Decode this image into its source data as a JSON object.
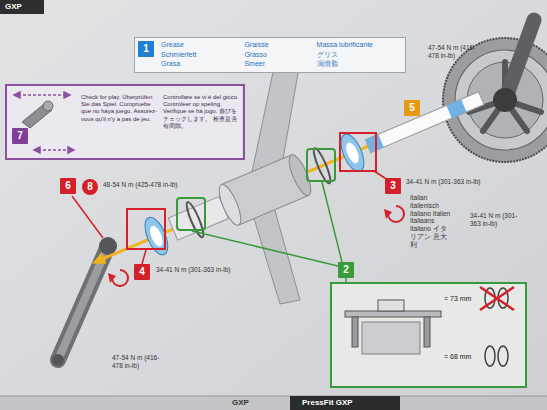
{
  "diagram": {
    "nodes": [
      {
        "text": [
          "Grease",
          "Schmierfett",
          "Grasa",
          "Graisse",
          "Grasso",
          "Smeer",
          "Massa lubrificante",
          "グリス",
          "润滑脂"
        ]
      },
      {
        "text": [
          "1"
        ],
        "in": 0
      },
      {
        "text": [
          "5"
        ]
      },
      {
        "text": [
          "Check for play. Überprüfen Sie das Spiel. Compruebe que no haya juego. Assurez-vous qu'il n'y a pas de jeu.",
          "Controllare se vi è del gioco. Controleer op speling. Verifique se há jogo. 遊びをチェックします。 检查是否有间隙。"
        ]
      },
      {
        "text": [
          "7"
        ],
        "in": 3
      },
      {
        "text": [
          "6"
        ]
      },
      {
        "text": [
          "8"
        ]
      },
      {
        "text": [
          "3"
        ]
      },
      {
        "text": [
          "4"
        ]
      },
      {
        "text": [
          "2"
        ]
      },
      {
        "text": [
          "= 73 mm",
          "= 68 mm"
        ]
      }
    ],
    "edges": [
      {
        "from": 9,
        "to": 10,
        "arrow": "none"
      }
    ],
    "labels": [
      "GXP",
      "47-54 N m (416-478 in-lb)",
      "48-54 N m (425-478 in-lb)",
      "34-41 N m (301-363 in-lb)",
      "Italian Italienisch Italiano Italien Italiaans Italiano イタリアン 意大利",
      "34-41 N m (301-363 in-lb)",
      "34-41 N m (301-363 in-lb)",
      "47-54 N m (416-478 in-lb)",
      "GXP",
      "PressFit GXP"
    ]
  }
}
